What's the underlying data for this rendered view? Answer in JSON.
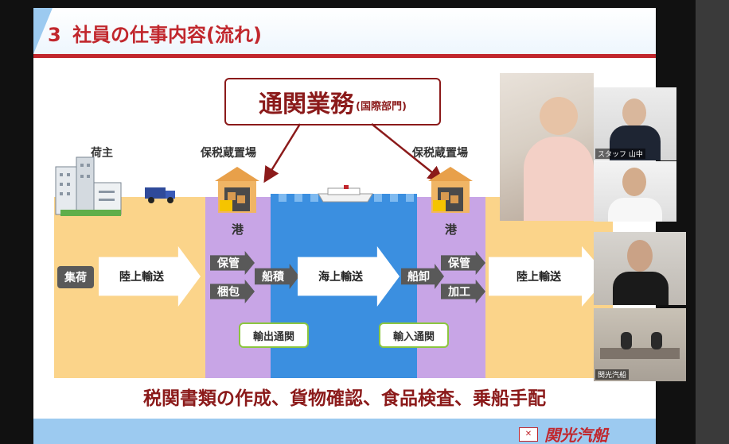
{
  "slide": {
    "title_number": "3",
    "title_text": "社員の仕事内容(流れ)",
    "customs_main": "通関業務",
    "customs_sub": "(国際部門)",
    "shipper": "荷主",
    "bonded_left": "保税蔵置場",
    "bonded_right": "保税蔵置場",
    "port_left": "港",
    "port_right": "港",
    "collect": "集荷",
    "land_transport_left": "陸上輸送",
    "storage_left": "保管",
    "packing": "梱包",
    "loading": "船積",
    "sea_transport": "海上輸送",
    "unloading": "船卸",
    "storage_right": "保管",
    "processing": "加工",
    "land_transport_right": "陸上輸送",
    "export_customs": "輸出通関",
    "import_customs": "輸入通関",
    "bottom_text": "税関書類の作成、貨物確認、食品検査、乗船手配",
    "company_logo": "関光汽船"
  },
  "video": {
    "tile1_name": "スタッフ 山中",
    "tile4_name": "関光汽船"
  },
  "colors": {
    "title_red": "#c1272d",
    "land": "#fbd48a",
    "bonded": "#c8a5e6",
    "sea": "#3b8fe0",
    "footer": "#9ccaf0",
    "customs_border": "#8cc63f"
  }
}
